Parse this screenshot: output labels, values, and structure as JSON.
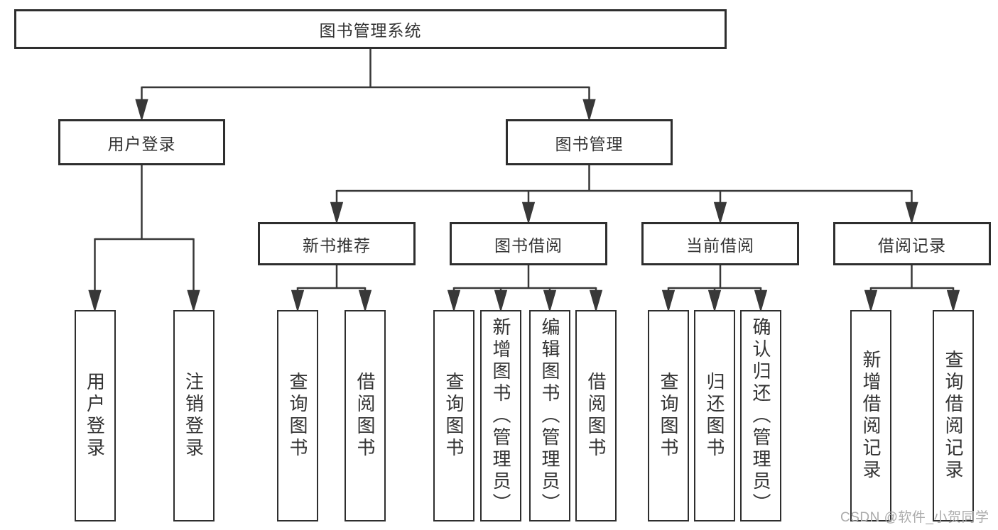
{
  "diagram": {
    "root": {
      "label": "图书管理系统"
    },
    "level2": [
      {
        "label": "用户登录"
      },
      {
        "label": "图书管理"
      }
    ],
    "level3": [
      {
        "label": "新书推荐",
        "parent": "图书管理"
      },
      {
        "label": "图书借阅",
        "parent": "图书管理"
      },
      {
        "label": "当前借阅",
        "parent": "图书管理"
      },
      {
        "label": "借阅记录",
        "parent": "图书管理"
      }
    ],
    "level4": [
      {
        "label": "用户登录",
        "parent": "用户登录"
      },
      {
        "label": "注销登录",
        "parent": "用户登录"
      },
      {
        "label": "查询图书",
        "parent": "新书推荐"
      },
      {
        "label": "借阅图书",
        "parent": "新书推荐"
      },
      {
        "label": "查询图书",
        "parent": "图书借阅"
      },
      {
        "label": "新增图书（管理员）",
        "parent": "图书借阅"
      },
      {
        "label": "编辑图书（管理员）",
        "parent": "图书借阅"
      },
      {
        "label": "借阅图书",
        "parent": "图书借阅"
      },
      {
        "label": "查询图书",
        "parent": "当前借阅"
      },
      {
        "label": "归还图书",
        "parent": "当前借阅"
      },
      {
        "label": "确认归还（管理员）",
        "parent": "当前借阅"
      },
      {
        "label": "新增借阅记录",
        "parent": "借阅记录"
      },
      {
        "label": "查询借阅记录",
        "parent": "借阅记录"
      }
    ],
    "watermark": "CSDN @软件_小贺同学",
    "colors": {
      "line": "#383838",
      "box_border": "#2e2e2e",
      "text": "#333333",
      "watermark": "#ababab",
      "background": "#ffffff"
    }
  }
}
